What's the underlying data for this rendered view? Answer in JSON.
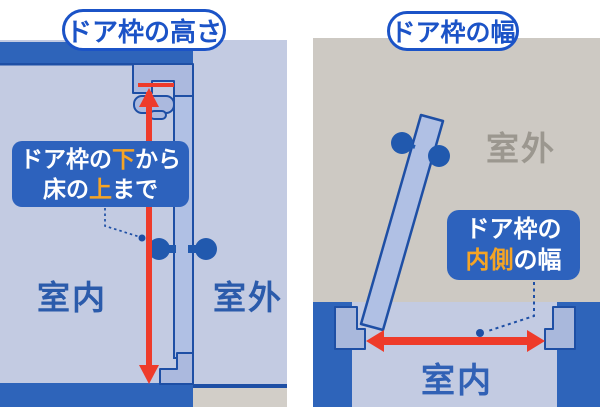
{
  "left_panel": {
    "title": "ドア枠の高さ",
    "callout": {
      "line1_pre": "ドア枠の",
      "line1_highlight": "下",
      "line1_post": "から",
      "line2_pre": "床の",
      "line2_highlight": "上",
      "line2_post": "まで"
    },
    "indoor_label": "室内",
    "outdoor_label": "室外"
  },
  "right_panel": {
    "title": "ドア枠の幅",
    "callout": {
      "line1": "ドア枠の",
      "line2_highlight": "内側",
      "line2_post": "の幅"
    },
    "outdoor_label": "室外",
    "indoor_label": "室内"
  },
  "colors": {
    "accent_blue": "#1b53c7",
    "callout_bg": "#2d62bd",
    "highlight_orange": "#f5a425",
    "wall_blue": "#2e64ba",
    "room_lavender": "#c3cbe2",
    "frame_fill": "#abb9de",
    "door_fill": "#b0c0e4",
    "outline_navy": "#1e4fa5",
    "arrow_red": "#ee3b2a",
    "outdoor_gray": "#cdc9c3",
    "floor_beige": "#d2cec8"
  }
}
